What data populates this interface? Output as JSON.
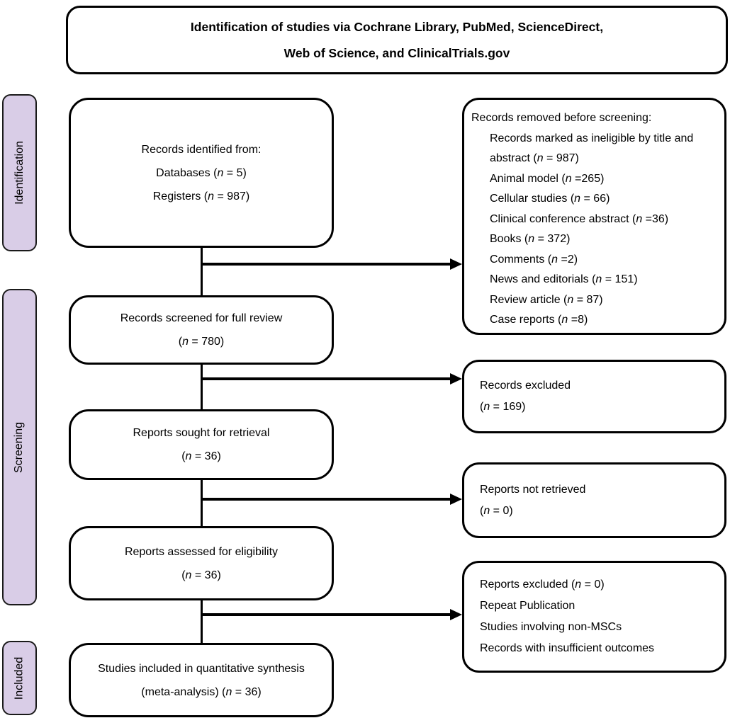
{
  "title": {
    "lines": [
      "Identification of studies via Cochrane Library, PubMed, ScienceDirect,",
      "Web of Science, and ClinicalTrials.gov"
    ]
  },
  "sidebar": {
    "fill_color": "#d9cde7",
    "stages": [
      {
        "label": "Identification"
      },
      {
        "label": "Screening"
      },
      {
        "label": "Included"
      }
    ]
  },
  "flow": {
    "left_boxes": [
      {
        "name": "records-identified",
        "lines": [
          "Records identified from:",
          "Databases (n = 5)",
          "Registers (n = 987)"
        ]
      },
      {
        "name": "records-screened",
        "lines": [
          "Records screened for full review",
          "(n = 780)"
        ]
      },
      {
        "name": "reports-sought",
        "lines": [
          "Reports sought for retrieval",
          "(n = 36)"
        ]
      },
      {
        "name": "reports-assessed",
        "lines": [
          "Reports assessed for eligibility",
          "(n = 36)"
        ]
      },
      {
        "name": "studies-included",
        "lines": [
          "Studies included in quantitative synthesis",
          "(meta-analysis) (n = 36)"
        ]
      }
    ],
    "right_boxes": [
      {
        "name": "records-removed-before-screening",
        "lines": [
          {
            "text": "Records removed before screening:"
          },
          {
            "text": "Records marked as ineligible by title and abstract (n = 987)",
            "indent": true
          },
          {
            "text": "Animal model (n =265)",
            "indent": true
          },
          {
            "text": "Cellular studies (n = 66)",
            "indent": true
          },
          {
            "text": "Clinical conference abstract (n =36)",
            "indent": true
          },
          {
            "text": "Books (n = 372)",
            "indent": true
          },
          {
            "text": "Comments (n =2)",
            "indent": true
          },
          {
            "text": "News and editorials (n = 151)",
            "indent": true
          },
          {
            "text": "Review article (n = 87)",
            "indent": true
          },
          {
            "text": "Case reports (n =8)",
            "indent": true
          }
        ]
      },
      {
        "name": "records-excluded",
        "lines": [
          "Records excluded",
          "(n = 169)"
        ]
      },
      {
        "name": "reports-not-retrieved",
        "lines": [
          "Reports not retrieved",
          "(n = 0)"
        ]
      },
      {
        "name": "reports-excluded",
        "lines": [
          "Reports excluded (n = 0)",
          "Repeat Publication",
          "Studies involving non-MSCs",
          "Records with insufficient outcomes"
        ]
      }
    ]
  },
  "colors": {
    "box_border": "#000000",
    "sidebar_fill": "#d9cde7",
    "arrow": "#000000",
    "background": "#ffffff"
  }
}
